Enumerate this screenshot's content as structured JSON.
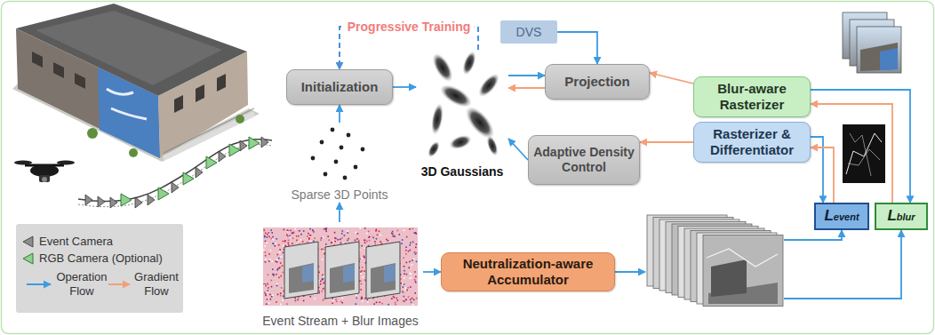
{
  "diagram": {
    "nodes": [
      {
        "text": [
          "Initialization"
        ]
      },
      {
        "text": [
          "3D Gaussians"
        ]
      },
      {
        "text": [
          "DVS"
        ]
      },
      {
        "text": [
          "Projection"
        ]
      },
      {
        "text": [
          "Adaptive Density Control"
        ]
      },
      {
        "text": [
          "Blur-aware Rasterizer"
        ]
      },
      {
        "text": [
          "Rasterizer & Differentiator"
        ]
      },
      {
        "text": [
          "Sparse 3D Points"
        ]
      },
      {
        "text": [
          "Event Stream + Blur Images"
        ]
      },
      {
        "text": [
          "Neutralization-aware Accumulator"
        ]
      },
      {
        "text": [
          "Levent"
        ]
      },
      {
        "text": [
          "Lblur"
        ]
      }
    ],
    "edges": [
      {
        "from": 8,
        "to": 7,
        "arrow": "to"
      },
      {
        "from": 7,
        "to": 0,
        "arrow": "to"
      },
      {
        "from": 0,
        "to": 1,
        "arrow": "to"
      },
      {
        "from": 1,
        "to": 0,
        "label": "Progressive Training",
        "arrow": "to"
      },
      {
        "from": 1,
        "to": 3,
        "arrow": "to"
      },
      {
        "from": 3,
        "to": 1,
        "arrow": "to"
      },
      {
        "from": 2,
        "to": 3,
        "arrow": "to"
      },
      {
        "from": 5,
        "to": 3,
        "arrow": "to"
      },
      {
        "from": 4,
        "to": 1,
        "arrow": "to"
      },
      {
        "from": 6,
        "to": 4,
        "arrow": "to"
      },
      {
        "from": 5,
        "to": 11,
        "arrow": "to"
      },
      {
        "from": 11,
        "to": 5,
        "arrow": "to"
      },
      {
        "from": 6,
        "to": 10,
        "arrow": "to"
      },
      {
        "from": 10,
        "to": 6,
        "arrow": "to"
      },
      {
        "from": 8,
        "to": 9,
        "arrow": "to"
      }
    ],
    "legend": [
      {
        "text": "Event Camera"
      },
      {
        "text": "RGB Camera (Optional)"
      },
      {
        "text": "Operation Flow"
      },
      {
        "text": "Gradient Flow"
      }
    ]
  }
}
